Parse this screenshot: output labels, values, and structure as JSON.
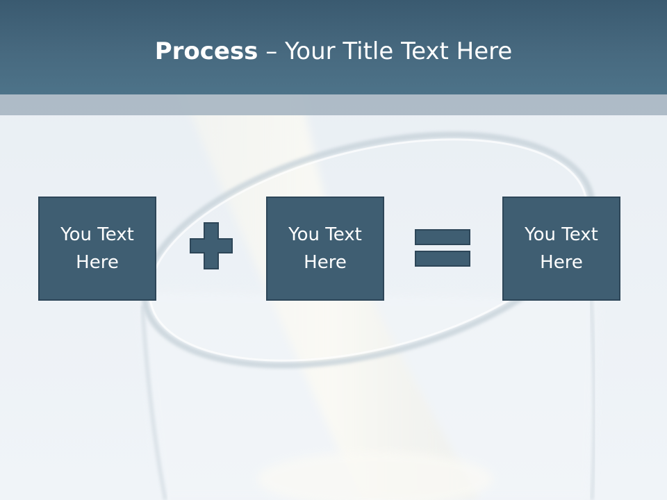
{
  "slide": {
    "title_bold": "Process",
    "title_rest": " – Your Title Text Here",
    "boxes": [
      {
        "text": "You Text\nHere"
      },
      {
        "text": "You Text\nHere"
      },
      {
        "text": "You Text\nHere"
      }
    ],
    "operators": [
      "plus-icon",
      "equals-icon"
    ]
  },
  "colors": {
    "header": "#47697f",
    "strip": "#a5b4c0",
    "box_fill": "#3f5e72",
    "box_border": "#2d4658",
    "background": "#e9eff4"
  }
}
